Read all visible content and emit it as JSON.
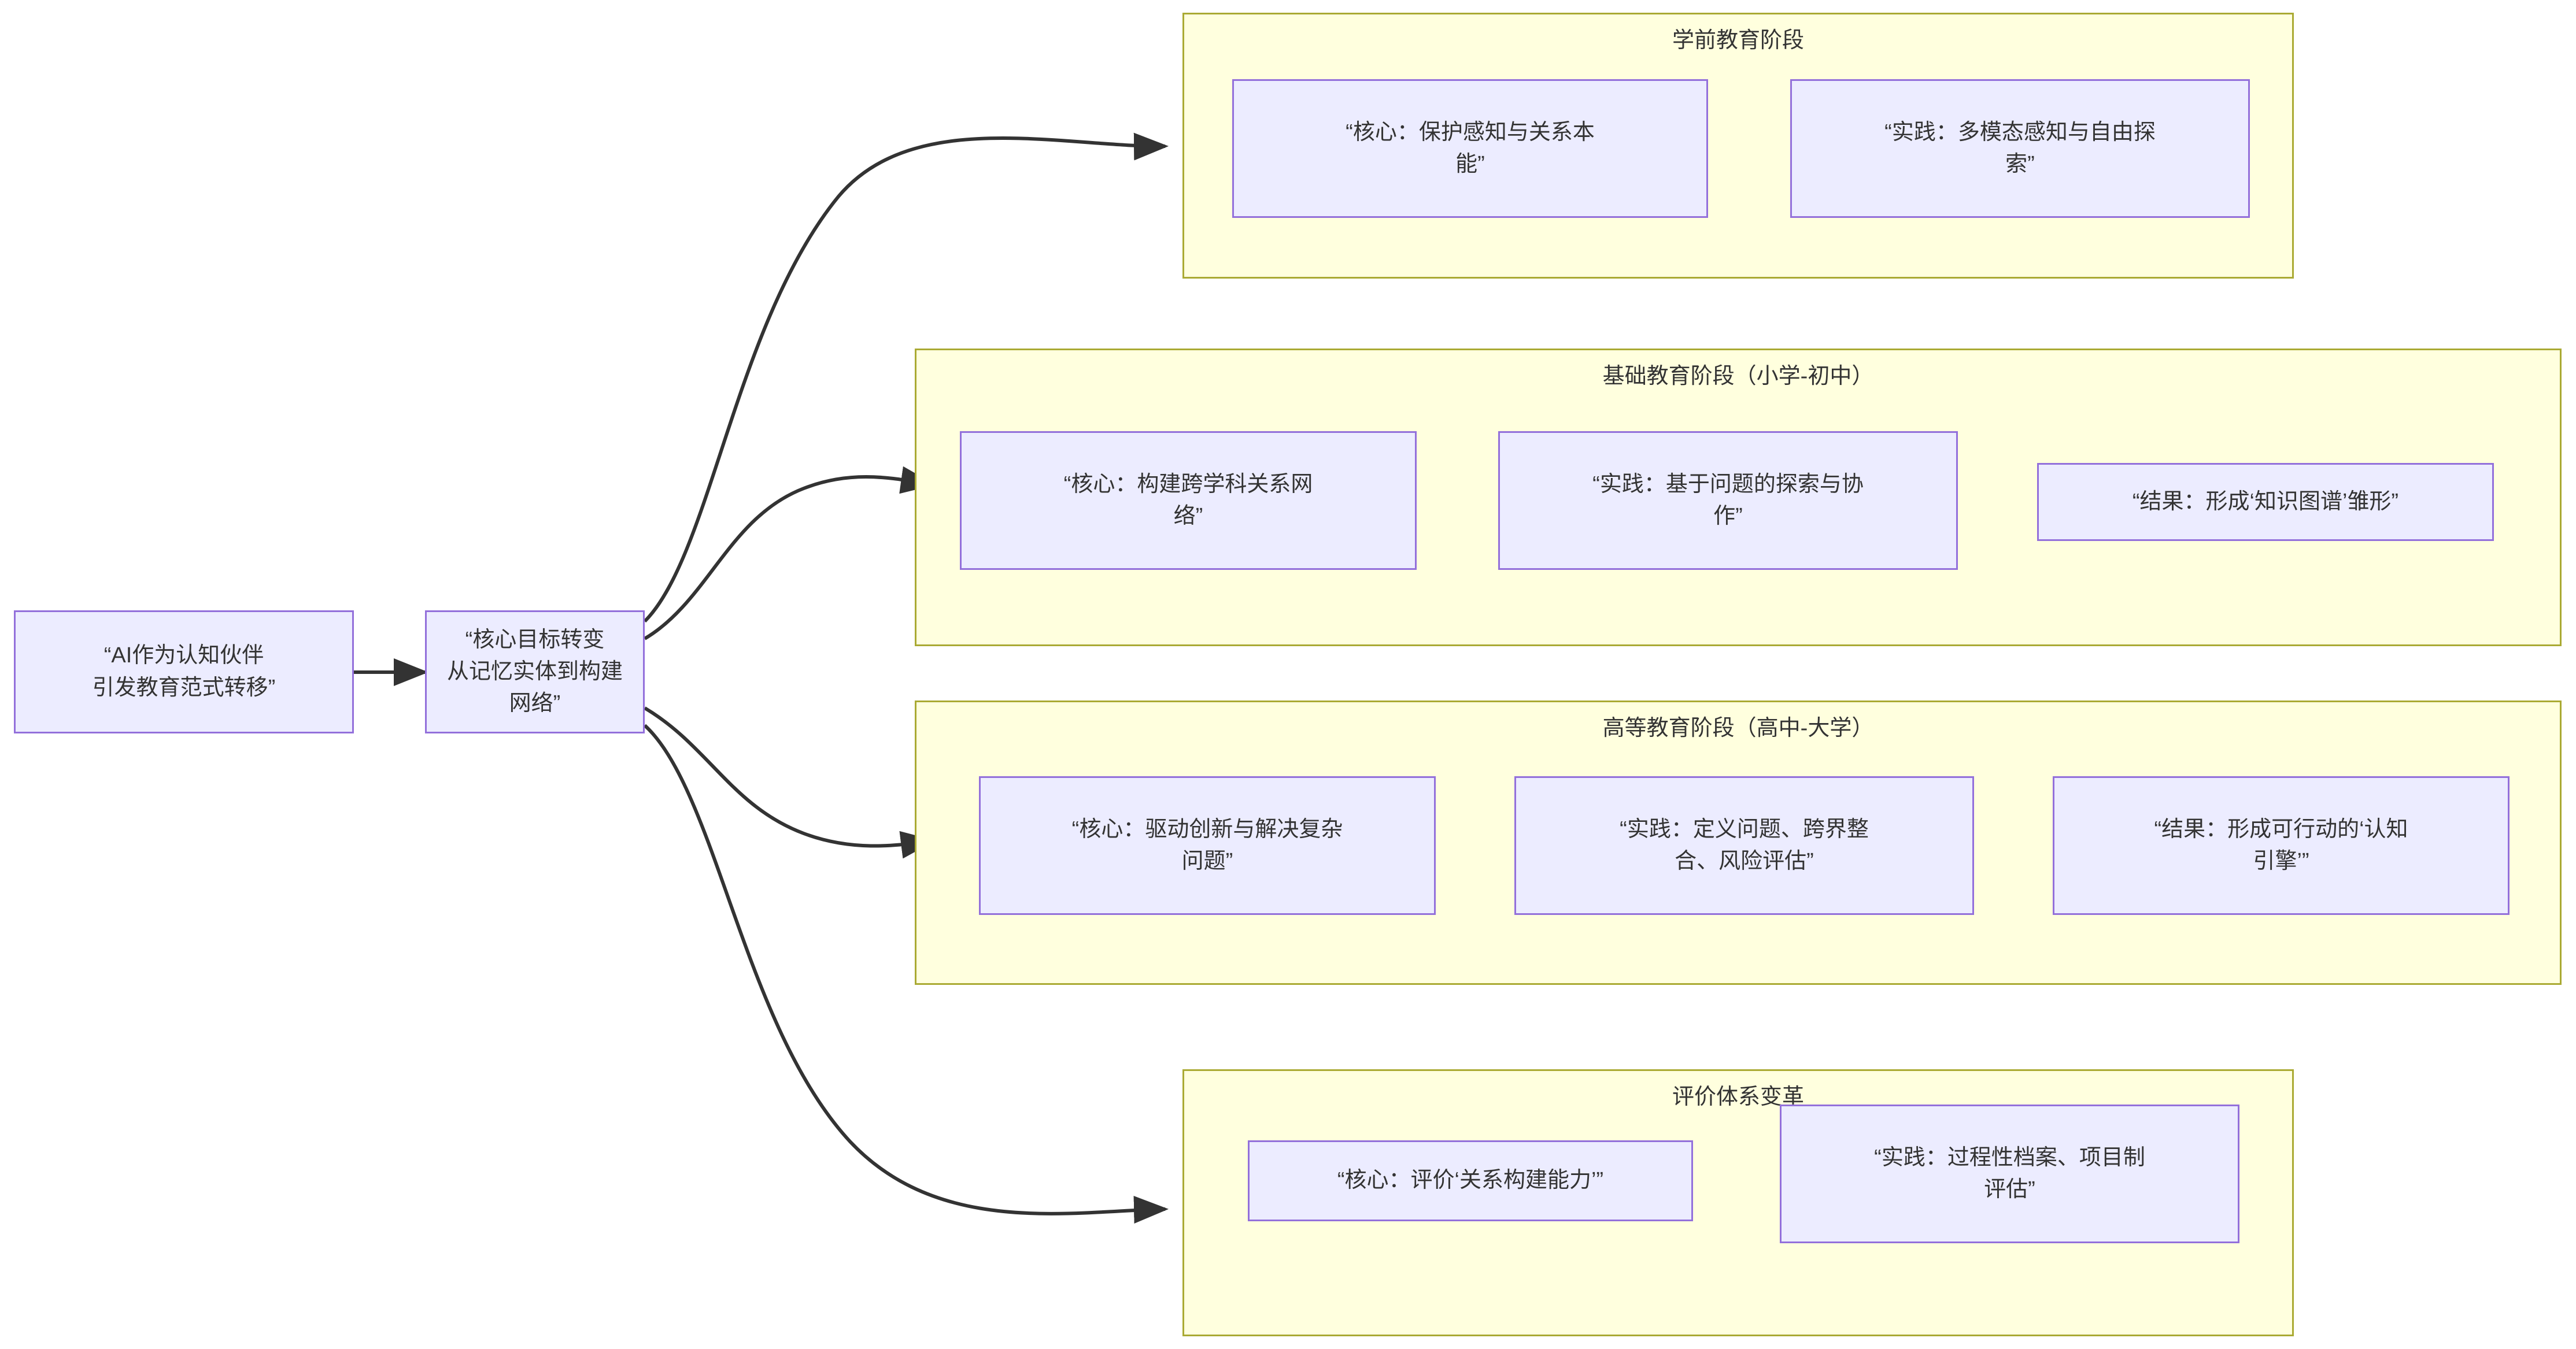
{
  "diagram": {
    "type": "flowchart",
    "direction": "left-to-right",
    "background_color": "#ffffff",
    "node_fill": "#ececff",
    "node_stroke": "#9370db",
    "cluster_fill": "#ffffde",
    "cluster_stroke": "#aaaa33",
    "edge_color": "#333333",
    "text_color": "#333333"
  },
  "root": {
    "id": "A",
    "label": "“AI作为认知伙伴\n引发教育范式转移”"
  },
  "pivot": {
    "id": "B",
    "label": "“核心目标转变\n从记忆实体到构建网络”"
  },
  "clusters": [
    {
      "id": "preschool",
      "title": "学前教育阶段",
      "nodes": [
        {
          "id": "C1",
          "label": "“核心：保护感知与关系本\n能”"
        },
        {
          "id": "C2",
          "label": "“实践：多模态感知与自由探\n索”"
        }
      ]
    },
    {
      "id": "basic",
      "title": "基础教育阶段（小学-初中）",
      "nodes": [
        {
          "id": "D1",
          "label": "“核心：构建跨学科关系网\n络”"
        },
        {
          "id": "D2",
          "label": "“实践：基于问题的探索与协\n作”"
        },
        {
          "id": "D3",
          "label": "“结果：形成‘知识图谱’雏形”"
        }
      ]
    },
    {
      "id": "higher",
      "title": "高等教育阶段（高中-大学）",
      "nodes": [
        {
          "id": "E1",
          "label": "“核心：驱动创新与解决复杂\n问题”"
        },
        {
          "id": "E2",
          "label": "“实践：定义问题、跨界整\n合、风险评估”"
        },
        {
          "id": "E3",
          "label": "“结果：形成可行动的‘认知\n引擎’”"
        }
      ]
    },
    {
      "id": "evaluation",
      "title": "评价体系变革",
      "nodes": [
        {
          "id": "F1",
          "label": "“核心：评价‘关系构建能力’”"
        },
        {
          "id": "F2",
          "label": "“实践：过程性档案、项目制\n评估”"
        }
      ]
    }
  ],
  "edges": [
    {
      "from": "A",
      "to": "B",
      "style": "straight-arrow"
    },
    {
      "from": "B",
      "to": "preschool",
      "style": "curved-arrow"
    },
    {
      "from": "B",
      "to": "basic",
      "style": "curved-arrow"
    },
    {
      "from": "B",
      "to": "higher",
      "style": "curved-arrow"
    },
    {
      "from": "B",
      "to": "evaluation",
      "style": "curved-arrow"
    }
  ]
}
